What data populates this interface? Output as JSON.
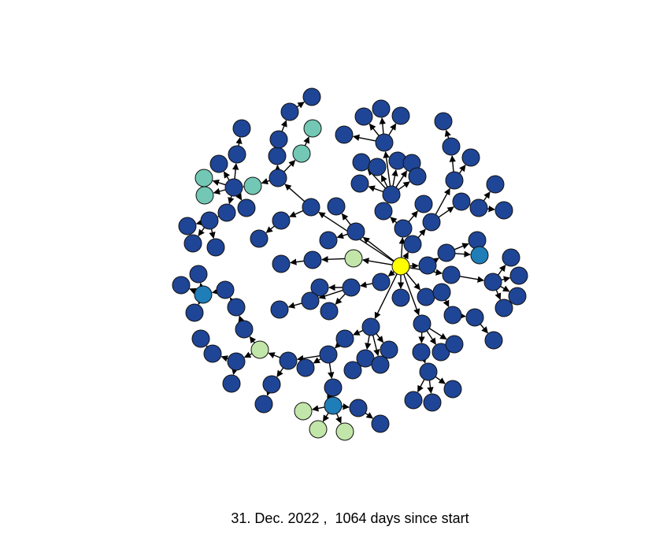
{
  "caption": "31. Dec. 2022 ,  1064 days since start",
  "colors": {
    "root": "#ffff00",
    "dark_blue": "#1f4596",
    "mid_blue": "#1f7db8",
    "teal": "#72c8b4",
    "light_green": "#c2e6a9",
    "edge": "#000000",
    "node_stroke": "#111111"
  },
  "graph": {
    "type": "directed-tree",
    "root_color_key": "root"
  }
}
